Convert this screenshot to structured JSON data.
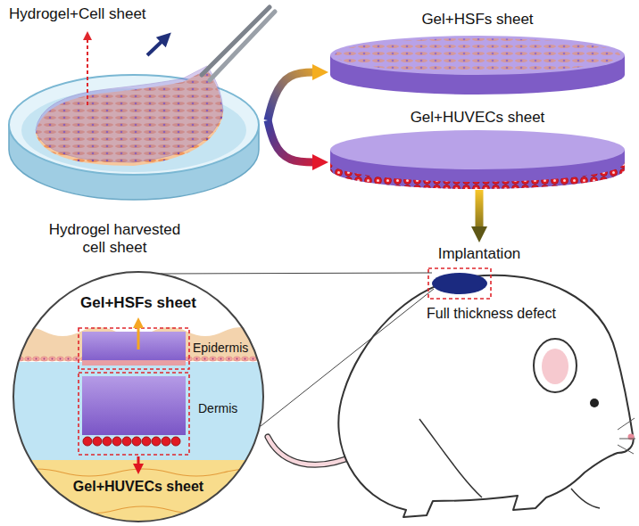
{
  "diagram": {
    "nodes": [
      {
        "text": [
          "Hydrogel harvested cell sheet"
        ]
      },
      {
        "text": [
          "Gel+HSFs sheet"
        ]
      },
      {
        "text": [
          "Gel+HUVECs sheet"
        ]
      },
      {
        "text": [
          "Full thickness defect"
        ]
      }
    ],
    "edges": [
      {
        "from": 0,
        "to": 1,
        "arrow": "to"
      },
      {
        "from": 0,
        "to": 2,
        "arrow": "to"
      },
      {
        "from": 2,
        "to": 3,
        "label": "Implantation",
        "arrow": "to"
      }
    ],
    "labels": [
      "Hydrogel+Cell sheet",
      "Gel+HSFs sheet",
      "Epidermis",
      "Dermis",
      "Gel+HUVECs sheet"
    ]
  }
}
